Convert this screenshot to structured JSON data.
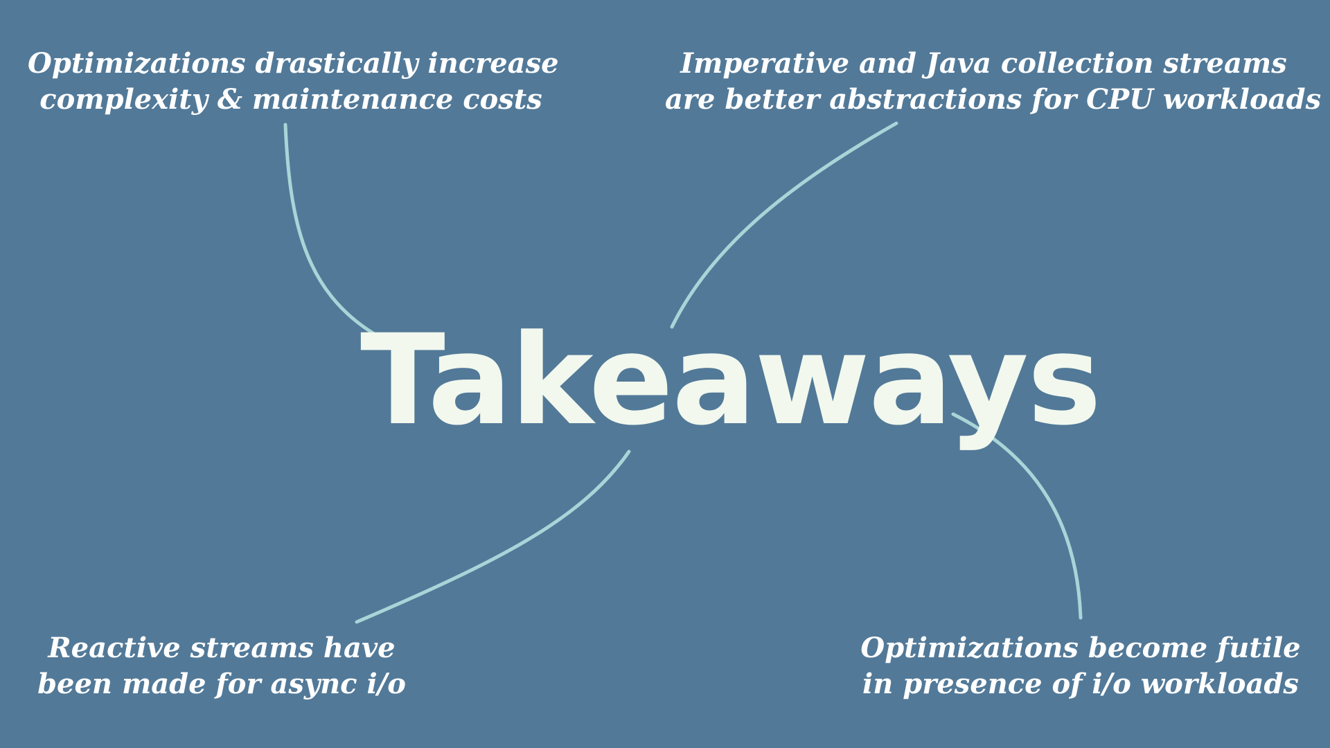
{
  "slide": {
    "title": "Takeaways",
    "background_color": "#527998",
    "title_color": "#f2f8ee",
    "connector_color": "#a8d5d8",
    "notes": {
      "top_left": {
        "line1": "Optimizations drastically increase",
        "line2": "complexity & maintenance costs"
      },
      "top_right": {
        "line1": "Imperative and Java collection streams",
        "line2": "are better abstractions for CPU workloads"
      },
      "bottom_left": {
        "line1": "Reactive streams have",
        "line2": "been made for async i/o"
      },
      "bottom_right": {
        "line1": "Optimizations become futile",
        "line2": "in presence of i/o workloads"
      }
    }
  }
}
